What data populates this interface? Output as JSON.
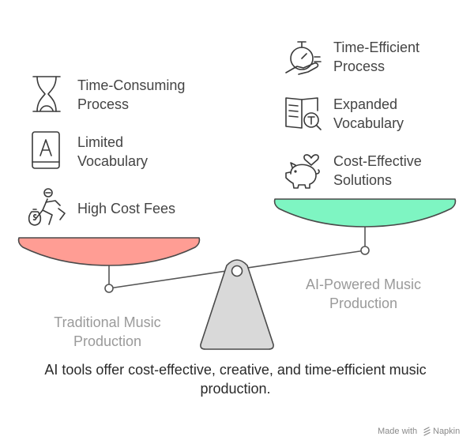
{
  "left_group": {
    "label_lines": [
      "Traditional Music",
      "Production"
    ],
    "items": [
      {
        "icon": "hourglass-icon",
        "lines": [
          "Time-Consuming",
          "Process"
        ]
      },
      {
        "icon": "book-icon",
        "lines": [
          "Limited",
          "Vocabulary"
        ]
      },
      {
        "icon": "money-bag-runner-icon",
        "lines": [
          "High Cost Fees"
        ]
      }
    ],
    "pan_color": "#ff9d94"
  },
  "right_group": {
    "label_lines": [
      "AI-Powered Music",
      "Production"
    ],
    "items": [
      {
        "icon": "stopwatch-hand-icon",
        "lines": [
          "Time-Efficient",
          "Process"
        ]
      },
      {
        "icon": "book-search-icon",
        "lines": [
          "Expanded",
          "Vocabulary"
        ]
      },
      {
        "icon": "piggy-bank-heart-icon",
        "lines": [
          "Cost-Effective",
          "Solutions"
        ]
      }
    ],
    "pan_color": "#7ef5c2"
  },
  "fulcrum_color": "#d9d9d9",
  "caption_lines": [
    "AI tools offer cost-effective, creative, and time-efficient music",
    "production."
  ],
  "footer": {
    "made_with": "Made with",
    "brand": "Napkin"
  }
}
